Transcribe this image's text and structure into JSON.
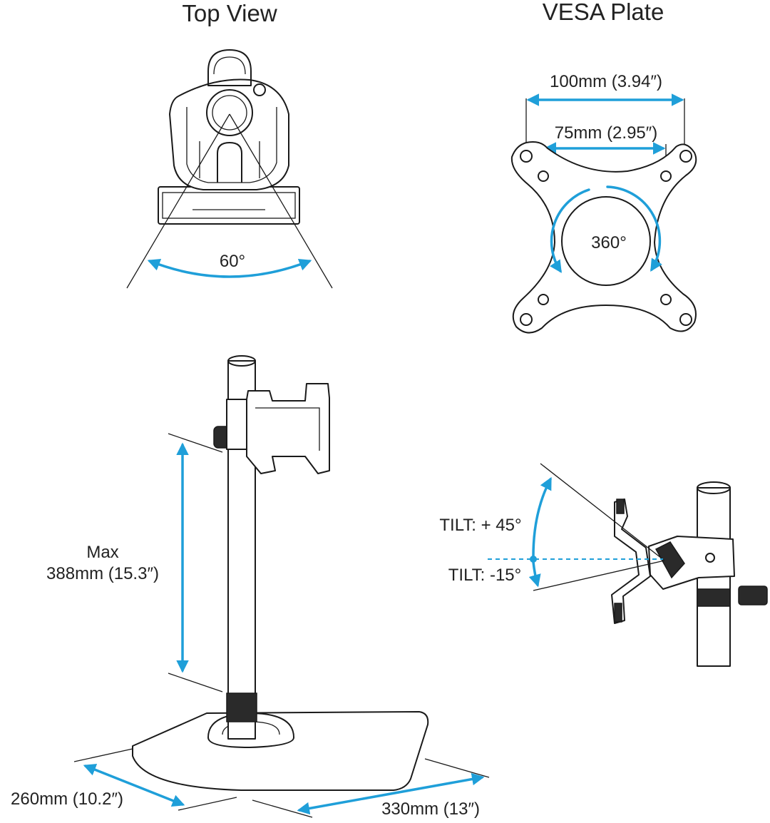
{
  "colors": {
    "accent": "#1f9fd9",
    "line": "#1a1a1a",
    "background": "#ffffff"
  },
  "top_view": {
    "title": "Top View",
    "angle_label": "60°"
  },
  "vesa_plate": {
    "title": "VESA Plate",
    "outer_spacing_label": "100mm (3.94″)",
    "inner_spacing_label": "75mm (2.95″)",
    "rotation_label": "360°"
  },
  "stand": {
    "height_label_line1": "Max",
    "height_label_line2": "388mm (15.3″)",
    "depth_label": "260mm (10.2″)",
    "width_label": "330mm (13″)"
  },
  "tilt": {
    "up_label": "TILT: + 45°",
    "down_label": "TILT: -15°"
  }
}
